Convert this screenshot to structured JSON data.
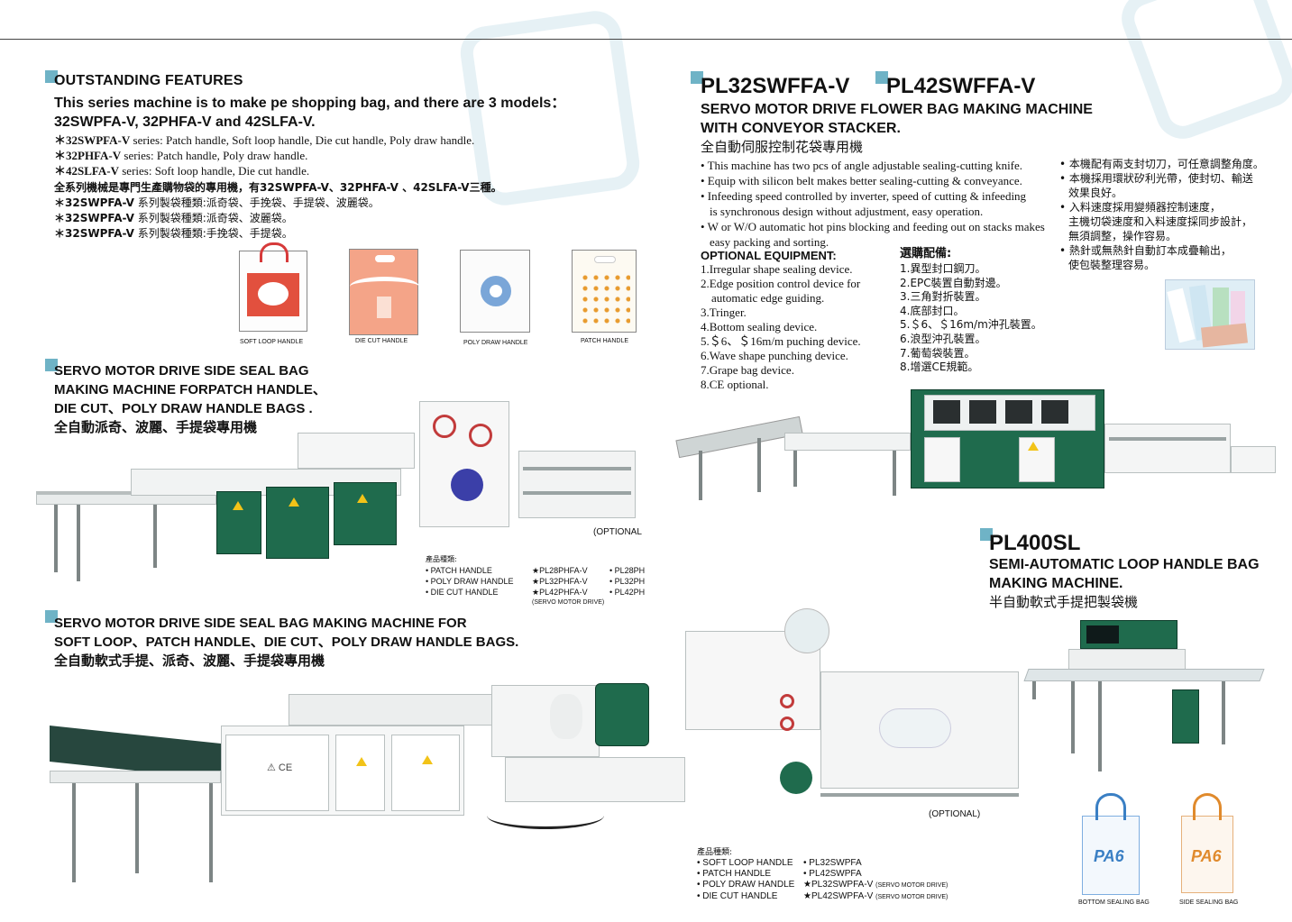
{
  "features": {
    "heading": "OUTSTANDING  FEATURES",
    "intro_line1": "This series machine is to make pe shopping bag, and there are 3 models：",
    "intro_line2": "32SWPFA-V, 32PHFA-V and 42SLFA-V.",
    "series": [
      {
        "model": "＊32SWPFA-V",
        "text": " series: Patch handle, Soft loop handle, Die cut handle, Poly draw handle."
      },
      {
        "model": "＊32PHFA-V",
        "text": " series: Patch handle, Poly draw handle."
      },
      {
        "model": "＊42SLFA-V",
        "text": " series: Soft loop handle, Die cut handle."
      }
    ],
    "zh_intro": "全系列機械是專門生產購物袋的專用機，有32SWPFA-V、32PHFA-V 、42SLFA-V三種。",
    "zh_series": [
      {
        "model": "＊32SWPFA-V",
        "text": " 系列製袋種類:派奇袋、手挽袋、手提袋、波麗袋。"
      },
      {
        "model": "＊32SWPFA-V",
        "text": " 系列製袋種類:派奇袋、波麗袋。"
      },
      {
        "model": "＊32SWPFA-V",
        "text": " 系列製袋種類:手挽袋、手提袋。"
      }
    ]
  },
  "bag_samples": [
    {
      "label": "SOFT LOOP HANDLE"
    },
    {
      "label": "DIE CUT  HANDLE"
    },
    {
      "label": "POLY DRAW HANDLE"
    },
    {
      "label": "PATCH  HANDLE"
    }
  ],
  "side_seal": {
    "title_line1": "SERVO MOTOR DRIVE SIDE SEAL BAG",
    "title_line2": "MAKING MACHINE FORPATCH HANDLE、",
    "title_line3": "DIE CUT、POLY DRAW HANDLE BAGS .",
    "title_zh": "全自動派奇、波麗、手提袋專用機",
    "optional": "(OPTIONAL",
    "products_heading": "產品種類:",
    "products": [
      "• PATCH HANDLE",
      "• POLY DRAW HANDLE",
      "• DIE CUT HANDLE"
    ],
    "models_a": [
      "★PL28PHFA-V",
      "★PL32PHFA-V",
      "★PL42PHFA-V"
    ],
    "models_b": [
      "•  PL28PH",
      "•  PL32PH",
      "•  PL42PH"
    ],
    "servo_note": "(SERVO MOTOR DRIVE)"
  },
  "flower": {
    "model1": "PL32SWFFA-V",
    "model2": "PL42SWFFA-V",
    "subtitle_line1": "SERVO MOTOR DRIVE FLOWER BAG MAKING MACHINE",
    "subtitle_line2": "WITH CONVEYOR STACKER.",
    "subtitle_zh": "全自動伺服控制花袋專用機",
    "features": [
      "•  This machine has two pcs of angle adjustable sealing-cutting knife.",
      "•  Equip with silicon belt makes better sealing-cutting & conveyance.",
      "•  Infeeding speed controlled by inverter, speed of cutting & infeeding",
      "    is synchronous design without adjustment, easy operation.",
      "•  W or W/O automatic hot pins blocking and feeding out on stacks makes",
      "    easy packing and sorting."
    ],
    "features_zh": [
      "•  本機配有兩支封切刀，可任意調整角度。",
      "•  本機採用環狀矽利光帶，使封切、輸送",
      "    效果良好。",
      "•  入料速度採用變頻器控制速度，",
      "    主機切袋速度和入料速度採同步設計，",
      "    無須調整，操作容易。",
      "•  熱針或無熱針自動訂本成疊輸出，",
      "    使包裝整理容易。"
    ],
    "optional_heading": "OPTIONAL EQUIPMENT:",
    "optional_items": [
      "1.Irregular shape sealing device.",
      "2.Edge position control device for",
      "   automatic edge guiding.",
      "3.Tringer.",
      "4.Bottom sealing device.",
      "5.＄6、＄16m/m puching device.",
      "6.Wave shape punching device.",
      "7.Grape bag device.",
      "8.CE optional."
    ],
    "optional_heading_zh": "選購配備:",
    "optional_items_zh": [
      "1.異型封口鋼刀。",
      "2.EPC裝置自動對邊。",
      "3.三角對折裝置。",
      "4.底部封口。",
      "5.＄6、＄16m/m沖孔裝置。",
      "6.浪型沖孔裝置。",
      "7.葡萄袋裝置。",
      "8.增選CE規範。"
    ]
  },
  "soft_loop": {
    "title_line1": "SERVO MOTOR DRIVE SIDE SEAL BAG MAKING MACHINE FOR",
    "title_line2": "SOFT LOOP、PATCH HANDLE、DIE CUT、POLY DRAW HANDLE BAGS.",
    "title_zh": "全自動軟式手提、派奇、波麗、手提袋專用機",
    "machine_mark": "⚠ CE",
    "optional": "(OPTIONAL)",
    "products_heading": "產品種類:",
    "products": [
      "• SOFT LOOP HANDLE",
      "• PATCH HANDLE",
      "• POLY DRAW HANDLE",
      "• DIE CUT HANDLE"
    ],
    "models": [
      "• PL32SWPFA",
      "• PL42SWPFA",
      "★PL32SWPFA-V",
      "★PL42SWPFA-V"
    ],
    "servo_notes": [
      "",
      "",
      "(SERVO MOTOR DRIVE)",
      "(SERVO MOTOR DRIVE)"
    ]
  },
  "pl400": {
    "model": "PL400SL",
    "subtitle_line1": "SEMI-AUTOMATIC LOOP HANDLE BAG",
    "subtitle_line2": "MAKING MACHINE.",
    "subtitle_zh": "半自動軟式手提把製袋機",
    "bags": [
      {
        "logo": "PA6",
        "label": "BOTTOM SEALING BAG",
        "color": "#3a7fc4"
      },
      {
        "logo": "PA6",
        "label": "SIDE SEALING BAG",
        "color": "#e08a2c"
      }
    ]
  },
  "colors": {
    "accent": "#6fb3c6",
    "machine_green": "#1f6b4d",
    "warning": "#f2c318"
  }
}
